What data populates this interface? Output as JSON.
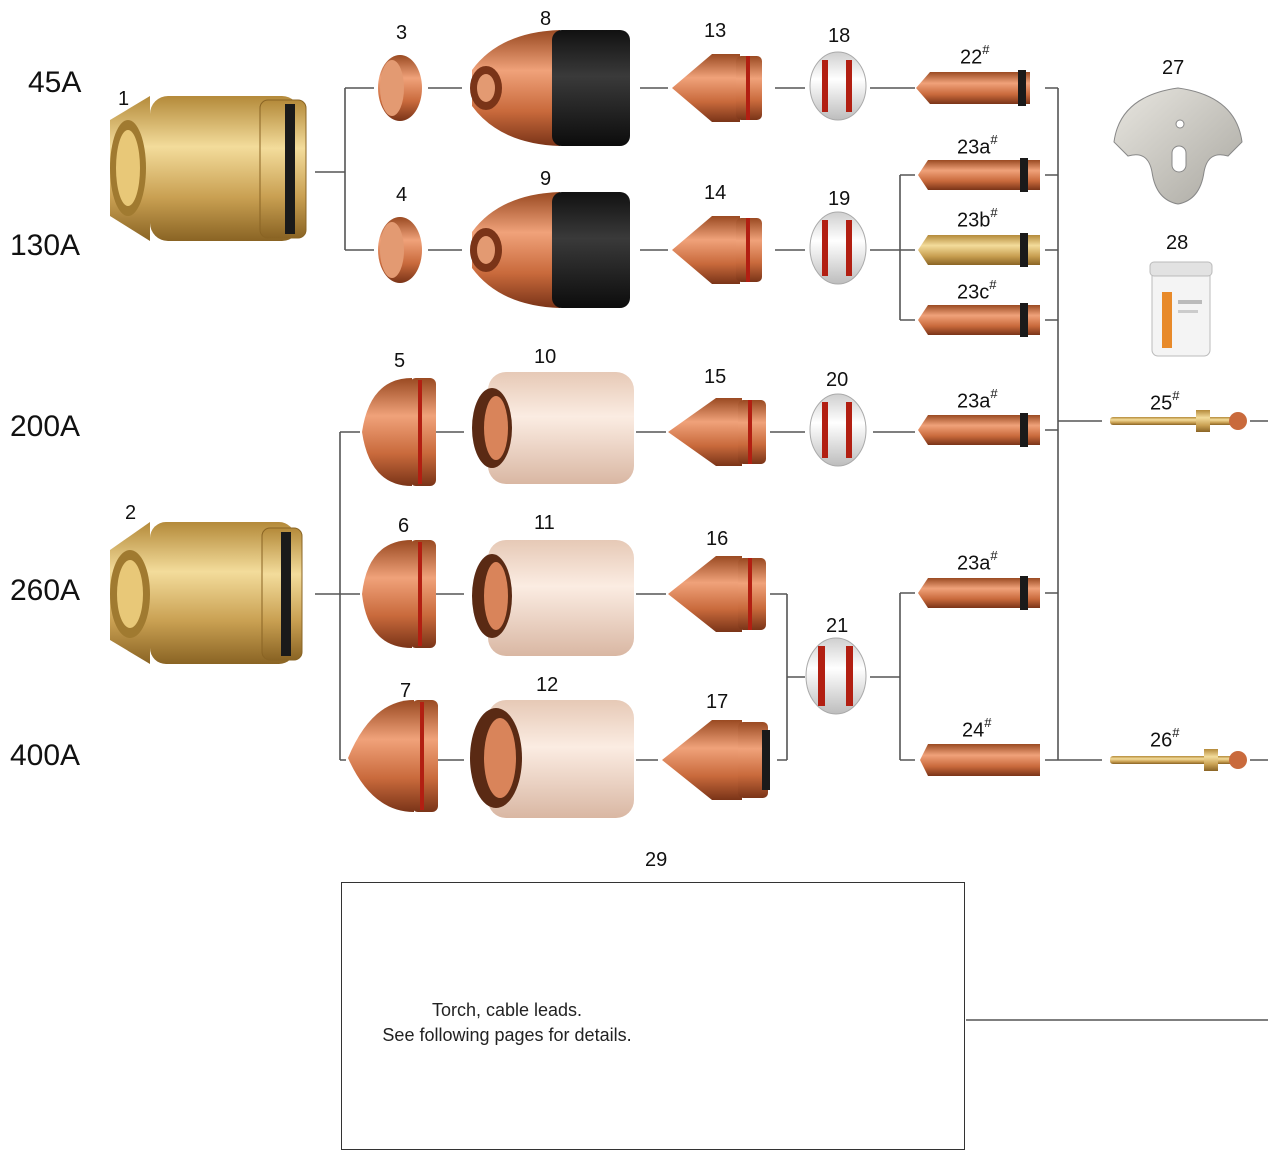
{
  "amperages": [
    "45A",
    "130A",
    "200A",
    "260A",
    "400A"
  ],
  "part_numbers": [
    {
      "id": "p1",
      "num": "1",
      "sup": ""
    },
    {
      "id": "p2",
      "num": "2",
      "sup": ""
    },
    {
      "id": "p3",
      "num": "3",
      "sup": ""
    },
    {
      "id": "p4",
      "num": "4",
      "sup": ""
    },
    {
      "id": "p5",
      "num": "5",
      "sup": ""
    },
    {
      "id": "p6",
      "num": "6",
      "sup": ""
    },
    {
      "id": "p7",
      "num": "7",
      "sup": ""
    },
    {
      "id": "p8",
      "num": "8",
      "sup": ""
    },
    {
      "id": "p9",
      "num": "9",
      "sup": ""
    },
    {
      "id": "p10",
      "num": "10",
      "sup": ""
    },
    {
      "id": "p11",
      "num": "11",
      "sup": ""
    },
    {
      "id": "p12",
      "num": "12",
      "sup": ""
    },
    {
      "id": "p13",
      "num": "13",
      "sup": ""
    },
    {
      "id": "p14",
      "num": "14",
      "sup": ""
    },
    {
      "id": "p15",
      "num": "15",
      "sup": ""
    },
    {
      "id": "p16",
      "num": "16",
      "sup": ""
    },
    {
      "id": "p17",
      "num": "17",
      "sup": ""
    },
    {
      "id": "p18",
      "num": "18",
      "sup": ""
    },
    {
      "id": "p19",
      "num": "19",
      "sup": ""
    },
    {
      "id": "p20",
      "num": "20",
      "sup": ""
    },
    {
      "id": "p21",
      "num": "21",
      "sup": ""
    },
    {
      "id": "p22",
      "num": "22",
      "sup": "#"
    },
    {
      "id": "p23a-1",
      "num": "23a",
      "sup": "#"
    },
    {
      "id": "p23b",
      "num": "23b",
      "sup": "#"
    },
    {
      "id": "p23c",
      "num": "23c",
      "sup": "#"
    },
    {
      "id": "p23a-2",
      "num": "23a",
      "sup": "#"
    },
    {
      "id": "p23a-3",
      "num": "23a",
      "sup": "#"
    },
    {
      "id": "p24",
      "num": "24",
      "sup": "#"
    },
    {
      "id": "p25",
      "num": "25",
      "sup": "#"
    },
    {
      "id": "p26",
      "num": "26",
      "sup": "#"
    },
    {
      "id": "p27",
      "num": "27",
      "sup": ""
    },
    {
      "id": "p28",
      "num": "28",
      "sup": ""
    },
    {
      "id": "p29",
      "num": "29",
      "sup": ""
    }
  ],
  "box29": {
    "line1": "Torch, cable leads.",
    "line2": "See following pages for details."
  },
  "colors": {
    "copper": "#c8703f",
    "brass": "#d9b36a",
    "line": "#555555"
  }
}
